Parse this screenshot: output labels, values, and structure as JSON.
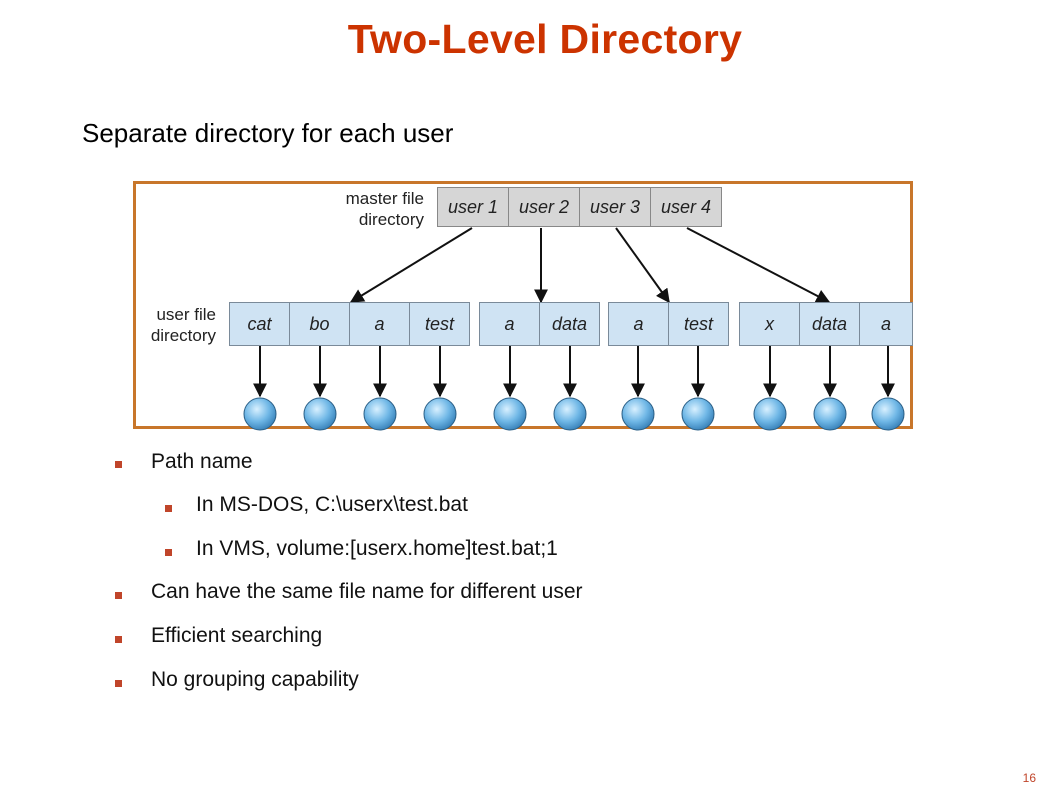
{
  "title": "Two-Level Directory",
  "subtitle": "Separate directory for each user",
  "diagram": {
    "master_label": [
      "master file",
      "directory"
    ],
    "user_label": [
      "user file",
      "directory"
    ],
    "master_cells": [
      "user 1",
      "user 2",
      "user 3",
      "user 4"
    ],
    "user_groups": [
      [
        "cat",
        "bo",
        "a",
        "test"
      ],
      [
        "a",
        "data"
      ],
      [
        "a",
        "test"
      ],
      [
        "x",
        "data",
        "a"
      ]
    ],
    "border_color": "#c8762a",
    "cell_color": "#cfe3f3",
    "master_cell_color": "#d6d6d6",
    "file_color": "#6fb7e6"
  },
  "bullets": [
    {
      "level": 1,
      "text": "Path name"
    },
    {
      "level": 2,
      "text": "In MS-DOS, C:\\userx\\test.bat"
    },
    {
      "level": 2,
      "text": "In VMS, volume:[userx.home]test.bat;1"
    },
    {
      "level": 1,
      "text": "Can have the same file name for different user"
    },
    {
      "level": 1,
      "text": "Efficient searching"
    },
    {
      "level": 1,
      "text": "No grouping capability"
    }
  ],
  "page_number": "16",
  "colors": {
    "title": "#cc3300",
    "bullet": "#c0452a"
  }
}
